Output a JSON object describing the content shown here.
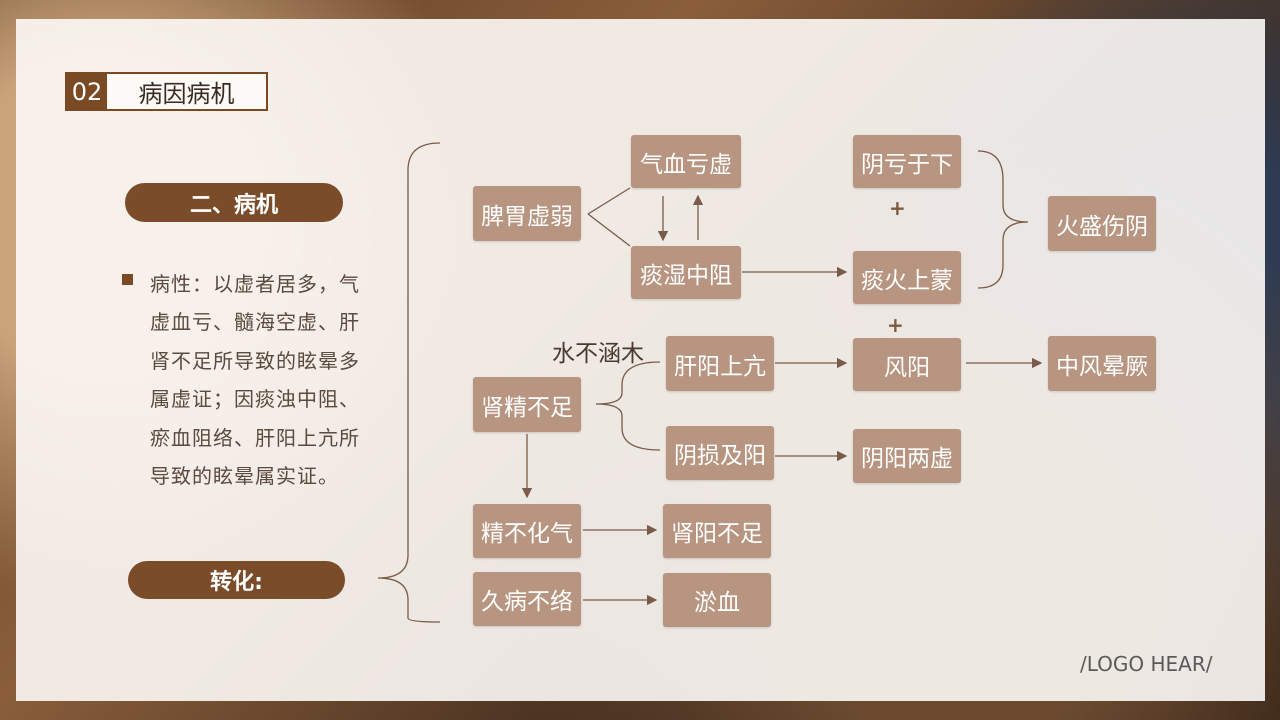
{
  "section": {
    "number": "02",
    "title": "病因病机"
  },
  "heading": "二、病机",
  "bullet": "病性：以虚者居多，气虚血亏、髓海空虚、肝肾不足所导致的眩晕多属虚证；因痰浊中阻、瘀血阻络、肝阳上亢所导致的眩晕属实证。",
  "transform_label": "转化:",
  "nodes": {
    "n1": "脾胃虚弱",
    "n2": "气血亏虚",
    "n3": "痰湿中阻",
    "n4": "阴亏于下",
    "n5": "痰火上蒙",
    "n6": "火盛伤阴",
    "n7": "肾精不足",
    "n8": "肝阳上亢",
    "n9": "风阳",
    "n10": "中风晕厥",
    "n11": "阴损及阳",
    "n12": "阴阳两虚",
    "n13": "精不化气",
    "n14": "肾阳不足",
    "n15": "久病不络",
    "n16": "淤血"
  },
  "edge_label": "水不涵木",
  "plus": "+",
  "logo": "/LOGO HEAR/",
  "colors": {
    "accent": "#7b4c2a",
    "box": "#b89580",
    "line": "#7a5a48"
  }
}
